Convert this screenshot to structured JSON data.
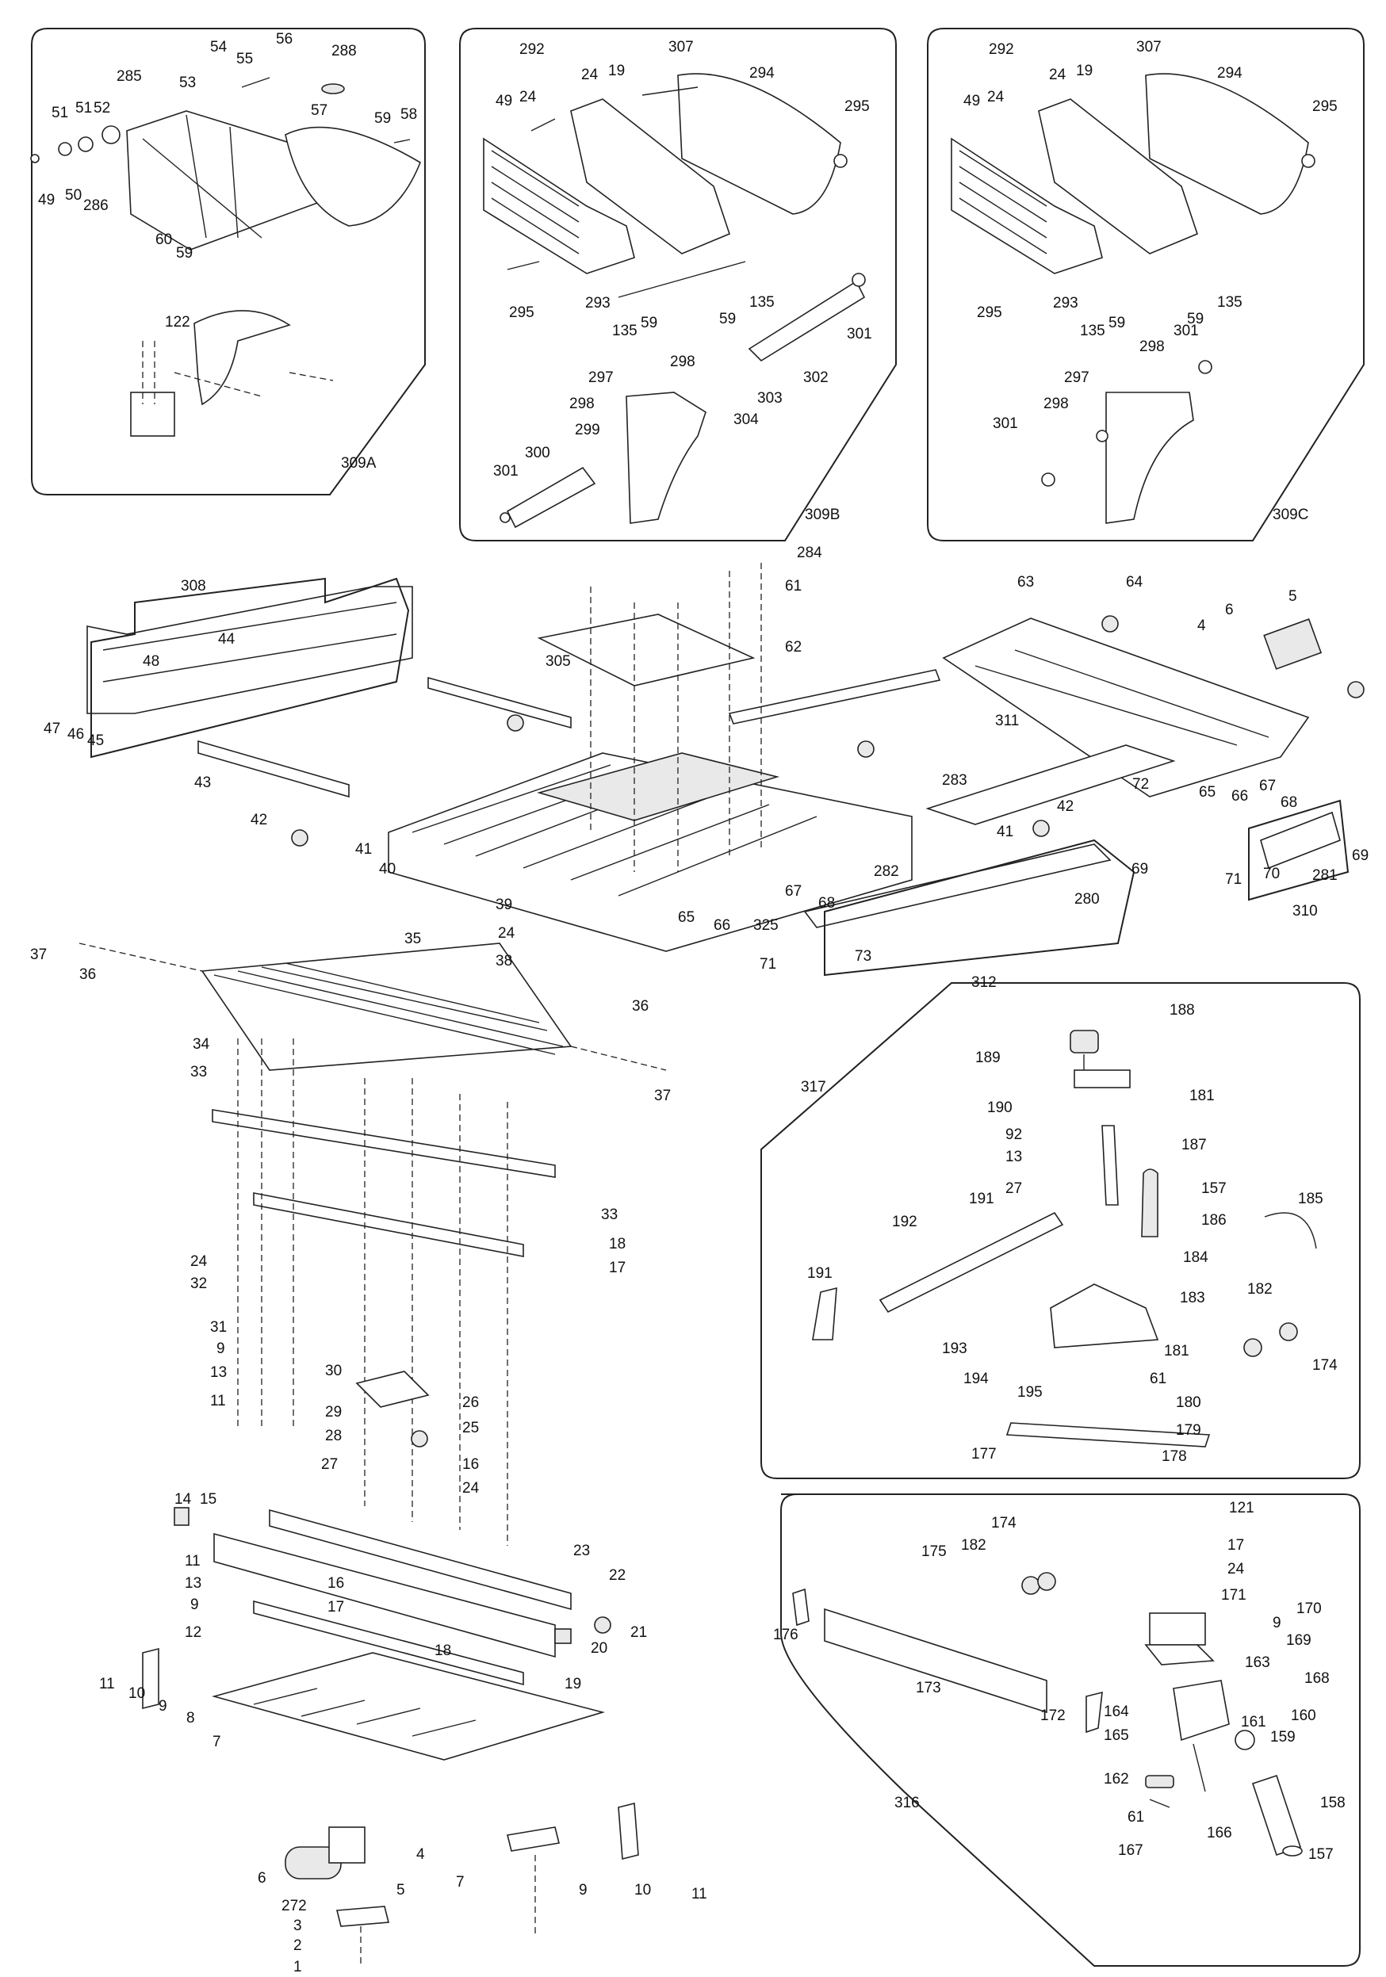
{
  "callouts": [
    {
      "id": "c54",
      "t": "54"
    },
    {
      "id": "c53",
      "t": "53"
    },
    {
      "id": "c55",
      "t": "55"
    },
    {
      "id": "c56",
      "t": "56"
    },
    {
      "id": "c285",
      "t": "285"
    },
    {
      "id": "c288",
      "t": "288"
    },
    {
      "id": "c57",
      "t": "57"
    },
    {
      "id": "c51a",
      "t": "51"
    },
    {
      "id": "c51b",
      "t": "51"
    },
    {
      "id": "c52",
      "t": "52"
    },
    {
      "id": "c59a",
      "t": "59"
    },
    {
      "id": "c58",
      "t": "58"
    },
    {
      "id": "c49a",
      "t": "49"
    },
    {
      "id": "c50",
      "t": "50"
    },
    {
      "id": "c286",
      "t": "286"
    },
    {
      "id": "c60",
      "t": "60"
    },
    {
      "id": "c59b",
      "t": "59"
    },
    {
      "id": "c122",
      "t": "122"
    },
    {
      "id": "c309A",
      "t": "309A"
    },
    {
      "id": "b292",
      "t": "292"
    },
    {
      "id": "b24a",
      "t": "24"
    },
    {
      "id": "b19",
      "t": "19"
    },
    {
      "id": "b307",
      "t": "307"
    },
    {
      "id": "b294",
      "t": "294"
    },
    {
      "id": "b49",
      "t": "49"
    },
    {
      "id": "b24b",
      "t": "24"
    },
    {
      "id": "b295a",
      "t": "295"
    },
    {
      "id": "b295b",
      "t": "295"
    },
    {
      "id": "b293",
      "t": "293"
    },
    {
      "id": "b135a",
      "t": "135"
    },
    {
      "id": "b59a",
      "t": "59"
    },
    {
      "id": "b59b",
      "t": "59"
    },
    {
      "id": "b135b",
      "t": "135"
    },
    {
      "id": "b301a",
      "t": "301"
    },
    {
      "id": "b298a",
      "t": "298"
    },
    {
      "id": "b302",
      "t": "302"
    },
    {
      "id": "b297",
      "t": "297"
    },
    {
      "id": "b303",
      "t": "303"
    },
    {
      "id": "b304",
      "t": "304"
    },
    {
      "id": "b298b",
      "t": "298"
    },
    {
      "id": "b299",
      "t": "299"
    },
    {
      "id": "b300",
      "t": "300"
    },
    {
      "id": "b301b",
      "t": "301"
    },
    {
      "id": "b309B",
      "t": "309B"
    },
    {
      "id": "d292",
      "t": "292"
    },
    {
      "id": "d24a",
      "t": "24"
    },
    {
      "id": "d19",
      "t": "19"
    },
    {
      "id": "d307",
      "t": "307"
    },
    {
      "id": "d294",
      "t": "294"
    },
    {
      "id": "d49",
      "t": "49"
    },
    {
      "id": "d24b",
      "t": "24"
    },
    {
      "id": "d295a",
      "t": "295"
    },
    {
      "id": "d295b",
      "t": "295"
    },
    {
      "id": "d293",
      "t": "293"
    },
    {
      "id": "d135a",
      "t": "135"
    },
    {
      "id": "d59a",
      "t": "59"
    },
    {
      "id": "d59b",
      "t": "59"
    },
    {
      "id": "d135b",
      "t": "135"
    },
    {
      "id": "d298a",
      "t": "298"
    },
    {
      "id": "d301a",
      "t": "301"
    },
    {
      "id": "d297",
      "t": "297"
    },
    {
      "id": "d298b",
      "t": "298"
    },
    {
      "id": "d301b",
      "t": "301"
    },
    {
      "id": "d309C",
      "t": "309C"
    },
    {
      "id": "m284",
      "t": "284"
    },
    {
      "id": "m61",
      "t": "61"
    },
    {
      "id": "m62",
      "t": "62"
    },
    {
      "id": "m63",
      "t": "63"
    },
    {
      "id": "m64",
      "t": "64"
    },
    {
      "id": "m4",
      "t": "4"
    },
    {
      "id": "m6",
      "t": "6"
    },
    {
      "id": "m5",
      "t": "5"
    },
    {
      "id": "m308",
      "t": "308"
    },
    {
      "id": "m48",
      "t": "48"
    },
    {
      "id": "m44",
      "t": "44"
    },
    {
      "id": "m305",
      "t": "305"
    },
    {
      "id": "m47",
      "t": "47"
    },
    {
      "id": "m46",
      "t": "46"
    },
    {
      "id": "m45",
      "t": "45"
    },
    {
      "id": "m43",
      "t": "43"
    },
    {
      "id": "m311",
      "t": "311"
    },
    {
      "id": "m72",
      "t": "72"
    },
    {
      "id": "m283",
      "t": "283"
    },
    {
      "id": "m65a",
      "t": "65"
    },
    {
      "id": "m66a",
      "t": "66"
    },
    {
      "id": "m67a",
      "t": "67"
    },
    {
      "id": "m68a",
      "t": "68"
    },
    {
      "id": "m42a",
      "t": "42"
    },
    {
      "id": "m42b",
      "t": "42"
    },
    {
      "id": "m41a",
      "t": "41"
    },
    {
      "id": "m41b",
      "t": "41"
    },
    {
      "id": "m40",
      "t": "40"
    },
    {
      "id": "m282",
      "t": "282"
    },
    {
      "id": "m69a",
      "t": "69"
    },
    {
      "id": "m69b",
      "t": "69"
    },
    {
      "id": "m71a",
      "t": "71"
    },
    {
      "id": "m70",
      "t": "70"
    },
    {
      "id": "m281",
      "t": "281"
    },
    {
      "id": "m310",
      "t": "310"
    },
    {
      "id": "m39",
      "t": "39"
    },
    {
      "id": "m67b",
      "t": "67"
    },
    {
      "id": "m68b",
      "t": "68"
    },
    {
      "id": "m280",
      "t": "280"
    },
    {
      "id": "m24a",
      "t": "24"
    },
    {
      "id": "m65b",
      "t": "65"
    },
    {
      "id": "m66b",
      "t": "66"
    },
    {
      "id": "m325",
      "t": "325"
    },
    {
      "id": "m38",
      "t": "38"
    },
    {
      "id": "m37a",
      "t": "37"
    },
    {
      "id": "m36a",
      "t": "36"
    },
    {
      "id": "m35",
      "t": "35"
    },
    {
      "id": "m71b",
      "t": "71"
    },
    {
      "id": "m73",
      "t": "73"
    },
    {
      "id": "m312",
      "t": "312"
    },
    {
      "id": "m36b",
      "t": "36"
    },
    {
      "id": "m37b",
      "t": "37"
    },
    {
      "id": "m34",
      "t": "34"
    },
    {
      "id": "m33a",
      "t": "33"
    },
    {
      "id": "m33b",
      "t": "33"
    },
    {
      "id": "m18a",
      "t": "18"
    },
    {
      "id": "m17a",
      "t": "17"
    },
    {
      "id": "m24b",
      "t": "24"
    },
    {
      "id": "m32",
      "t": "32"
    },
    {
      "id": "m31",
      "t": "31"
    },
    {
      "id": "m9a",
      "t": "9"
    },
    {
      "id": "m13a",
      "t": "13"
    },
    {
      "id": "m11a",
      "t": "11"
    },
    {
      "id": "m30",
      "t": "30"
    },
    {
      "id": "m26",
      "t": "26"
    },
    {
      "id": "m29",
      "t": "29"
    },
    {
      "id": "m25",
      "t": "25"
    },
    {
      "id": "m28",
      "t": "28"
    },
    {
      "id": "m27",
      "t": "27"
    },
    {
      "id": "m16a",
      "t": "16"
    },
    {
      "id": "m24c",
      "t": "24"
    },
    {
      "id": "m14",
      "t": "14"
    },
    {
      "id": "m15",
      "t": "15"
    },
    {
      "id": "m23",
      "t": "23"
    },
    {
      "id": "m22",
      "t": "22"
    },
    {
      "id": "m11b",
      "t": "11"
    },
    {
      "id": "m13b",
      "t": "13"
    },
    {
      "id": "m16b",
      "t": "16"
    },
    {
      "id": "m9b",
      "t": "9"
    },
    {
      "id": "m17b",
      "t": "17"
    },
    {
      "id": "m21",
      "t": "21"
    },
    {
      "id": "m12",
      "t": "12"
    },
    {
      "id": "m20",
      "t": "20"
    },
    {
      "id": "m18b",
      "t": "18"
    },
    {
      "id": "m19",
      "t": "19"
    },
    {
      "id": "m11c",
      "t": "11"
    },
    {
      "id": "m10a",
      "t": "10"
    },
    {
      "id": "m9c",
      "t": "9"
    },
    {
      "id": "m8",
      "t": "8"
    },
    {
      "id": "m7a",
      "t": "7"
    },
    {
      "id": "m6b",
      "t": "6"
    },
    {
      "id": "m5b",
      "t": "5"
    },
    {
      "id": "m4b",
      "t": "4"
    },
    {
      "id": "m7b",
      "t": "7"
    },
    {
      "id": "m9d",
      "t": "9"
    },
    {
      "id": "m10b",
      "t": "10"
    },
    {
      "id": "m11d",
      "t": "11"
    },
    {
      "id": "m272",
      "t": "272"
    },
    {
      "id": "m3",
      "t": "3"
    },
    {
      "id": "m2",
      "t": "2"
    },
    {
      "id": "m1",
      "t": "1"
    },
    {
      "id": "f188",
      "t": "188"
    },
    {
      "id": "f317",
      "t": "317"
    },
    {
      "id": "f189",
      "t": "189"
    },
    {
      "id": "f181a",
      "t": "181"
    },
    {
      "id": "f190",
      "t": "190"
    },
    {
      "id": "f92",
      "t": "92"
    },
    {
      "id": "f187",
      "t": "187"
    },
    {
      "id": "f13",
      "t": "13"
    },
    {
      "id": "f157a",
      "t": "157"
    },
    {
      "id": "f27",
      "t": "27"
    },
    {
      "id": "f185",
      "t": "185"
    },
    {
      "id": "f191a",
      "t": "191"
    },
    {
      "id": "f186",
      "t": "186"
    },
    {
      "id": "f192",
      "t": "192"
    },
    {
      "id": "f184",
      "t": "184"
    },
    {
      "id": "f191b",
      "t": "191"
    },
    {
      "id": "f182a",
      "t": "182"
    },
    {
      "id": "f183",
      "t": "183"
    },
    {
      "id": "f193",
      "t": "193"
    },
    {
      "id": "f174a",
      "t": "174"
    },
    {
      "id": "f194",
      "t": "194"
    },
    {
      "id": "f181b",
      "t": "181"
    },
    {
      "id": "f195",
      "t": "195"
    },
    {
      "id": "f61a",
      "t": "61"
    },
    {
      "id": "f180",
      "t": "180"
    },
    {
      "id": "f179",
      "t": "179"
    },
    {
      "id": "f177",
      "t": "177"
    },
    {
      "id": "f178",
      "t": "178"
    },
    {
      "id": "r121",
      "t": "121"
    },
    {
      "id": "r174b",
      "t": "174"
    },
    {
      "id": "r175",
      "t": "175"
    },
    {
      "id": "r182b",
      "t": "182"
    },
    {
      "id": "r17",
      "t": "17"
    },
    {
      "id": "r24",
      "t": "24"
    },
    {
      "id": "r171",
      "t": "171"
    },
    {
      "id": "r170",
      "t": "170"
    },
    {
      "id": "r9",
      "t": "9"
    },
    {
      "id": "r176",
      "t": "176"
    },
    {
      "id": "r169",
      "t": "169"
    },
    {
      "id": "r163",
      "t": "163"
    },
    {
      "id": "r168",
      "t": "168"
    },
    {
      "id": "r173",
      "t": "173"
    },
    {
      "id": "r172",
      "t": "172"
    },
    {
      "id": "r164",
      "t": "164"
    },
    {
      "id": "r160",
      "t": "160"
    },
    {
      "id": "r161",
      "t": "161"
    },
    {
      "id": "r165",
      "t": "165"
    },
    {
      "id": "r159",
      "t": "159"
    },
    {
      "id": "r162",
      "t": "162"
    },
    {
      "id": "r61b",
      "t": "61"
    },
    {
      "id": "r158",
      "t": "158"
    },
    {
      "id": "r166",
      "t": "166"
    },
    {
      "id": "r316",
      "t": "316"
    },
    {
      "id": "r167",
      "t": "167"
    },
    {
      "id": "r157b",
      "t": "157"
    }
  ]
}
